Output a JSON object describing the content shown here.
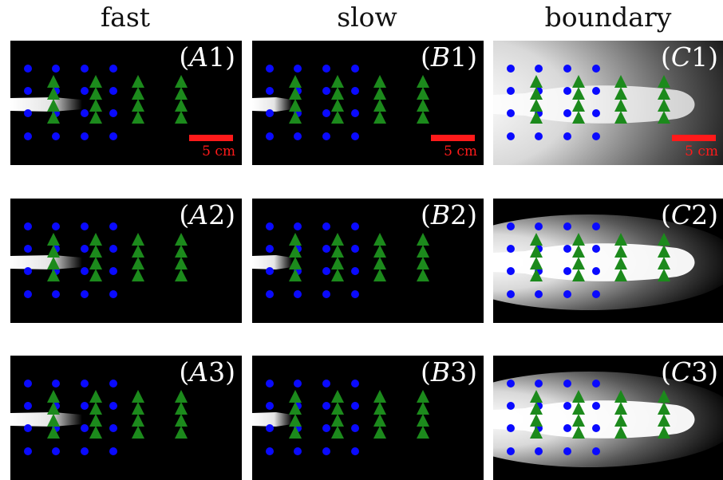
{
  "columns": [
    {
      "title": "fast"
    },
    {
      "title": "slow"
    },
    {
      "title": "boundary"
    }
  ],
  "panels": [
    {
      "open": "(",
      "letter": "A",
      "num": "1",
      "close": ")",
      "plume": "fast",
      "scale": "5 cm"
    },
    {
      "open": "(",
      "letter": "B",
      "num": "1",
      "close": ")",
      "plume": "slow",
      "scale": "5 cm"
    },
    {
      "open": "(",
      "letter": "C",
      "num": "1",
      "close": ")",
      "plume": "boundary",
      "scale": "5 cm"
    },
    {
      "open": "(",
      "letter": "A",
      "num": "2",
      "close": ")",
      "plume": "fast",
      "scale": ""
    },
    {
      "open": "(",
      "letter": "B",
      "num": "2",
      "close": ")",
      "plume": "slow",
      "scale": ""
    },
    {
      "open": "(",
      "letter": "C",
      "num": "2",
      "close": ")",
      "plume": "boundary",
      "scale": ""
    },
    {
      "open": "(",
      "letter": "A",
      "num": "3",
      "close": ")",
      "plume": "fast",
      "scale": ""
    },
    {
      "open": "(",
      "letter": "B",
      "num": "3",
      "close": ")",
      "plume": "slow",
      "scale": ""
    },
    {
      "open": "(",
      "letter": "C",
      "num": "3",
      "close": ")",
      "plume": "boundary",
      "scale": ""
    }
  ],
  "colors": {
    "circle": "#0a0aff",
    "triangle": "#1c8a1c",
    "scale_bar": "#ff1a1a",
    "plume": "#ffffff"
  }
}
